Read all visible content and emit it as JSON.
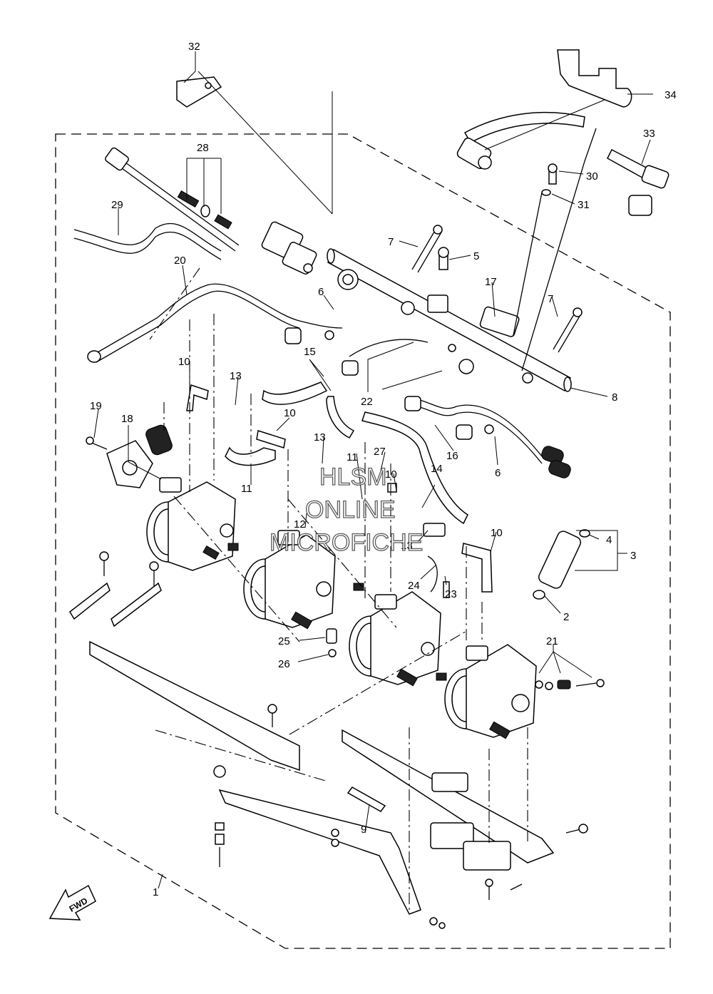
{
  "diagram": {
    "part_numbers": {
      "p1": "1",
      "p2": "2",
      "p3": "3",
      "p4": "4",
      "p5": "5",
      "p6a": "6",
      "p6b": "6",
      "p7a": "7",
      "p7b": "7",
      "p8": "8",
      "p9": "9",
      "p10a": "10",
      "p10b": "10",
      "p10c": "10",
      "p10d": "10",
      "p11a": "11",
      "p11b": "11",
      "p12": "12",
      "p13a": "13",
      "p13b": "13",
      "p13c": "13",
      "p14": "14",
      "p15": "15",
      "p16": "16",
      "p17": "17",
      "p18": "18",
      "p19": "19",
      "p20": "20",
      "p21": "21",
      "p22": "22",
      "p23": "23",
      "p24": "24",
      "p25": "25",
      "p26": "26",
      "p27": "27",
      "p28": "28",
      "p29": "29",
      "p30": "30",
      "p31": "31",
      "p32": "32",
      "p33": "33",
      "p34": "34"
    },
    "watermark": {
      "line1": "HLSM",
      "line2": "ONLINE",
      "line3": "MICROFICHE"
    },
    "fwd_label": "FWD"
  }
}
